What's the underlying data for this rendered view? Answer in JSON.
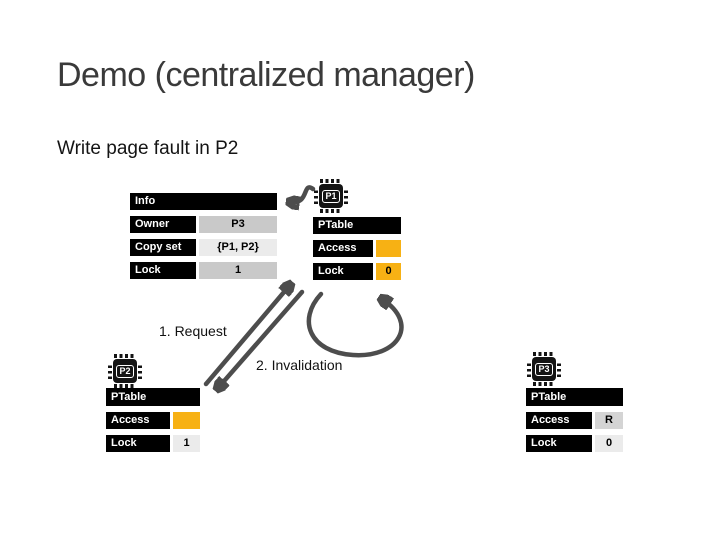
{
  "slide": {
    "title": "Demo (centralized manager)",
    "subtitle": "Write page fault in P2"
  },
  "annotations": {
    "step1": "1. Request",
    "step2": "2. Invalidation"
  },
  "chips": {
    "p1": "P1",
    "p2": "P2",
    "p3": "P3"
  },
  "tables": {
    "info": {
      "header": "Info",
      "rows": [
        {
          "label": "Owner",
          "value": "P3"
        },
        {
          "label": "Copy set",
          "value": "{P1, P2}"
        },
        {
          "label": "Lock",
          "value": "1"
        }
      ]
    },
    "p1_ptable": {
      "header": "PTable",
      "rows": [
        {
          "label": "Access",
          "value": ""
        },
        {
          "label": "Lock",
          "value": "0"
        }
      ]
    },
    "p2_ptable": {
      "header": "PTable",
      "rows": [
        {
          "label": "Access",
          "value": ""
        },
        {
          "label": "Lock",
          "value": "1"
        }
      ]
    },
    "p3_ptable": {
      "header": "PTable",
      "rows": [
        {
          "label": "Access",
          "value": "R"
        },
        {
          "label": "Lock",
          "value": "0"
        }
      ]
    }
  },
  "colors": {
    "highlight_yellow": "#F7B114",
    "cell_gray": "#C9C9C9",
    "cell_light": "#EBEBEB",
    "table_header_bg": "#000000",
    "table_header_text": "#FFFFFF",
    "arrow_gray": "#4D4D4D",
    "title_text": "#3A3A3A"
  }
}
